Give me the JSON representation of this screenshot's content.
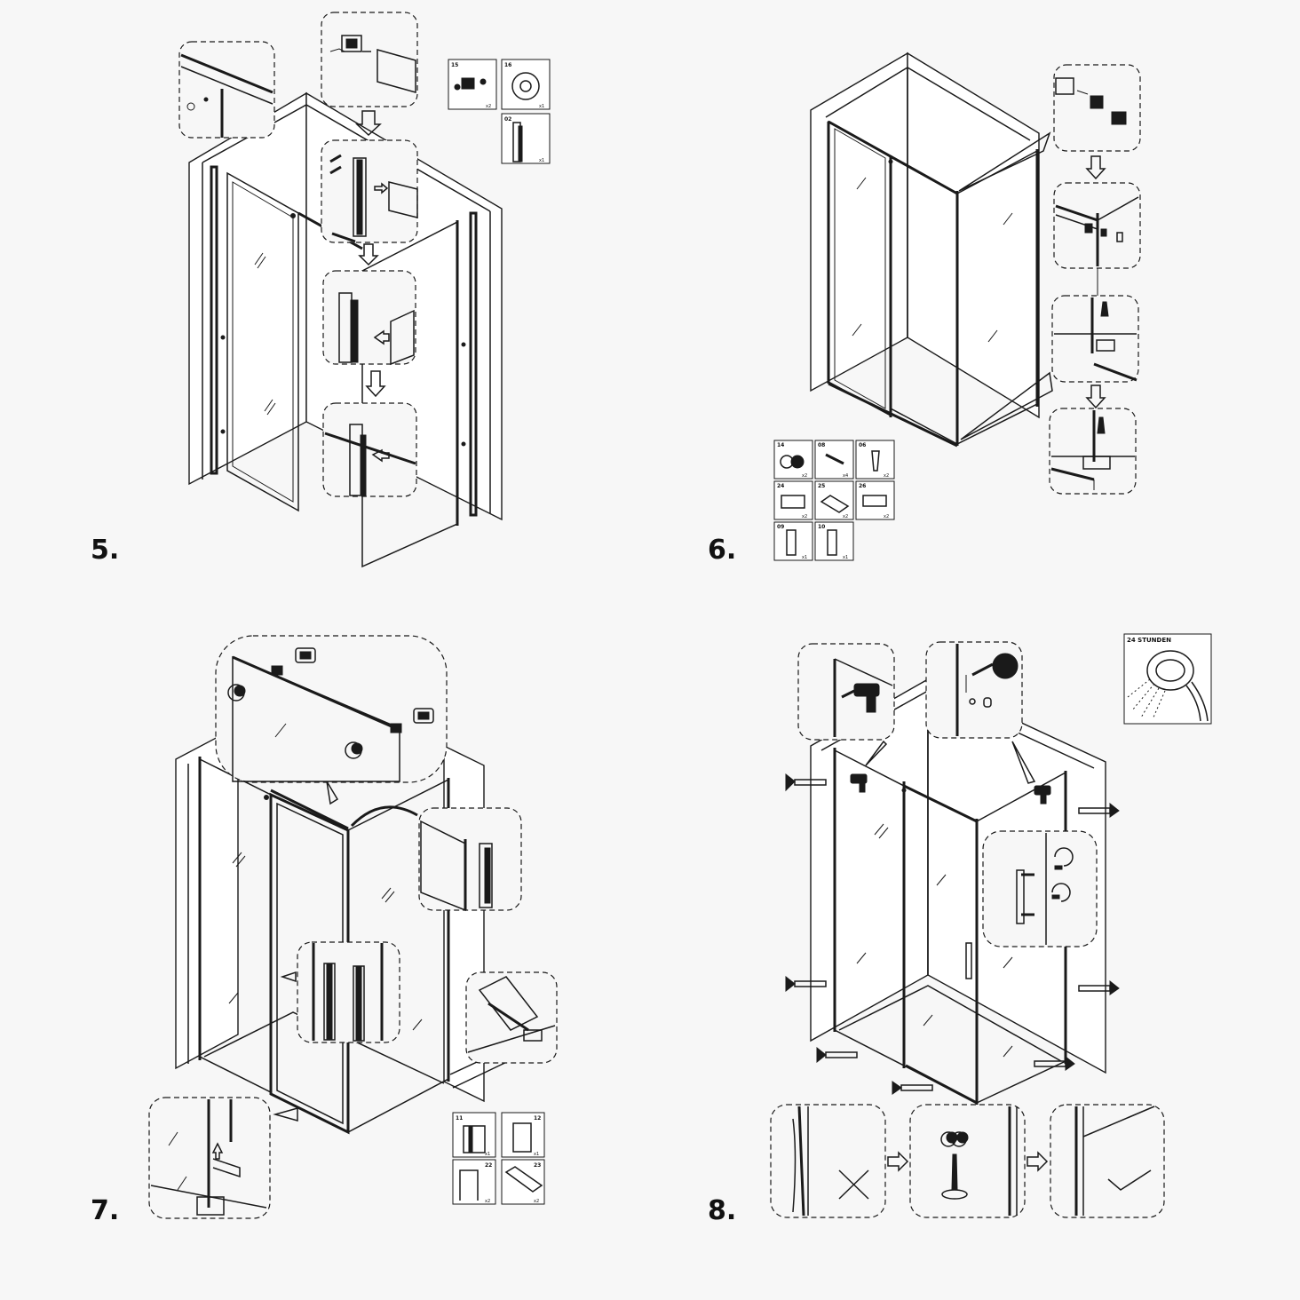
{
  "steps": [
    {
      "number": "5.",
      "parts": [
        {
          "id": "15",
          "qty": "x2"
        },
        {
          "id": "16",
          "qty": "x1"
        },
        {
          "id": "02",
          "qty": "x1"
        }
      ]
    },
    {
      "number": "6.",
      "parts": [
        {
          "id": "14",
          "qty": "x2"
        },
        {
          "id": "08",
          "qty": "x4"
        },
        {
          "id": "06",
          "qty": "x2"
        },
        {
          "id": "24",
          "qty": "x2"
        },
        {
          "id": "25",
          "qty": "x2"
        },
        {
          "id": "26",
          "qty": "x2"
        },
        {
          "id": "09",
          "qty": "x1"
        },
        {
          "id": "10",
          "qty": "x1"
        }
      ]
    },
    {
      "number": "7.",
      "parts": [
        {
          "id": "11",
          "qty": "x1"
        },
        {
          "id": "12",
          "qty": "x1"
        },
        {
          "id": "22",
          "qty": "x2"
        },
        {
          "id": "23",
          "qty": "x2"
        }
      ]
    },
    {
      "number": "8.",
      "cure_label": "24 STUNDEN"
    }
  ]
}
